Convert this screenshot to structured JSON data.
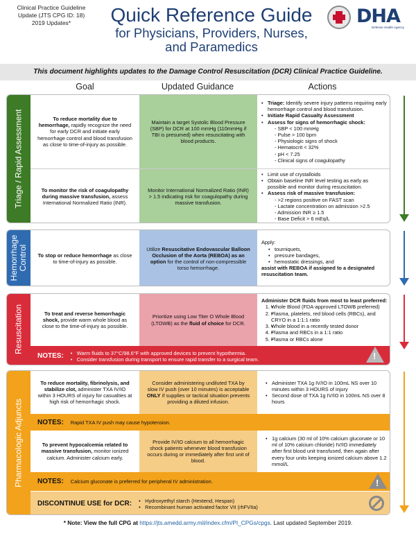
{
  "header": {
    "left_line1": "Clinical Practice Guideline",
    "left_line2": "Update (JTS CPG ID: 18)",
    "left_line3": "2019 Updates*",
    "title": "Quick Reference Guide",
    "subtitle_line1": "for Physicians, Providers, Nurses,",
    "subtitle_line2": "and Paramedics",
    "logo_text": "DHA",
    "logo_sub": "Defense Health Agency"
  },
  "banner": "This document highlights updates to the Damage Control Resuscitation (DCR) Clinical Practice Guideline.",
  "columns": {
    "goal": "Goal",
    "guidance": "Updated Guidance",
    "actions": "Actions"
  },
  "colors": {
    "triage": "#3d7b26",
    "hemorrhage": "#2f6bb1",
    "resuscitation": "#d92c3a",
    "adjuncts": "#f2a21b",
    "guidance_green": "#a9cf9b",
    "guidance_blue": "#aac3e4",
    "guidance_red": "#eba3ab",
    "guidance_orange": "#f6cd87"
  },
  "triage": {
    "label": "Triage / Rapid Assessment",
    "row1": {
      "goal_bold": "To reduce mortality due to hemorrhage,",
      "goal_rest": " rapidly recognize the need for early DCR and initiate early hemorrhage control and blood transfusion as close to time-of-injury as possible.",
      "guidance": "Maintain a target Systolic Blood Pressure (SBP) for DCR at 100 mmHg (110mmHg if TBI is presumed) when resuscitating with blood products.",
      "a1_bold": "Triage:",
      "a1_rest": " Identify severe injury patterns requiring early hemorrhage control and blood transfusion.",
      "a2_bold": "Initiate Rapid Casualty Assessment",
      "a3_bold": "Assess for signs of hemorrhagic shock:",
      "subs": [
        "- SBP < 100 mmHg",
        "- Pulse > 100 bpm",
        "- Physiologic signs of shock",
        "- Hematocrit < 32%",
        "- pH < 7.25",
        "- Clinical signs of coagulopathy"
      ]
    },
    "row2": {
      "goal_bold": "To monitor the risk of coagulopathy during massive transfusion,",
      "goal_rest": " assess International Normalized Ratio (INR).",
      "guidance": "Monitor International Normalized Ratio (INR) > 1.5 indicating risk for coagulopathy during massive transfusion.",
      "a1": "Limit use of crystalloids",
      "a2": "Obtain baseline INR level testing as early as possible and monitor during resuscitation.",
      "a3_bold": "Assess risk of massive transfusion:",
      "subs": [
        "- >2 regions positive on FAST scan",
        "- Lactate concentration on admission >2.5",
        "- Admission INR ≥ 1.5",
        "- Base Deficit > 6 mEq/L"
      ]
    }
  },
  "hemorrhage": {
    "label_line1": "Hemorrhage",
    "label_line2": "Control",
    "goal_bold": "To stop or reduce hemorrhage",
    "goal_rest": " as close to time-of-injury as possible.",
    "guidance_pre": "Utilize ",
    "guidance_bold1": "Resuscitative Endovascular Balloon Occlusion of the Aorta (REBOA) as an option",
    "guidance_rest": " for the control of non-compressible torso hemorrhage.",
    "apply": "Apply:",
    "items": [
      "tourniquets,",
      "pressure bandages,",
      "hemostatic dressings, and"
    ],
    "last_bold": "assist with REBOA if assigned to a designated resuscitation team."
  },
  "resuscitation": {
    "label": "Resuscitation",
    "goal_bold": "To treat and reverse hemorrhagic shock,",
    "goal_rest": " provide warm whole blood as close to the time-of-injury as possible.",
    "guidance_pre": "Prioritize using Low Titer O Whole Blood (LTOWB) as the ",
    "guidance_bold": "fluid of choice",
    "guidance_post": " for DCR.",
    "act_head": "Administer DCR fluids from most to least preferred:",
    "items": [
      "Whole Blood (FDA-approved LTOWB preferred)",
      "Plasma, platelets, red blood cells (RBCs), and CRYO in a 1:1:1 ratio",
      "Whole blood in a recently tested donor",
      "Plasma and RBCs in a 1:1 ratio",
      "Plasma or RBCs alone"
    ],
    "notes_label": "NOTES:",
    "notes": [
      "Warm fluids to 37°C/98.6°F with approved devices to prevent hypothermia.",
      "Consider transfusion during transport to ensure rapid transfer to a surgical team."
    ]
  },
  "adjuncts": {
    "label": "Pharmacologic Adjuncts",
    "row1": {
      "goal_bold": "To reduce mortality, fibrinolysis, and stabilize clot,",
      "goal_rest": " administer TXA IV/IO within 3 HOURS of injury for casualties at high risk of hemorrhagic shock.",
      "guidance_pre": "Consider administering undiluted TXA by slow IV push (over 10 minutes) is acceptable ",
      "guidance_bold": "ONLY",
      "guidance_post": " if supplies or tactical situation prevents providing a diluted infusion.",
      "a1": "Administer TXA 1g IV/IO in 100mL NS over 10 minutes within 3 HOURS of injury",
      "a2": "Second dose of TXA 1g IV/IO in 100mL NS over 8 hours"
    },
    "notes1_label": "NOTES:",
    "notes1": "Rapid TXA IV push may cause hypotension.",
    "row2": {
      "goal_bold": "To prevent hypocalcemia related to massive transfusion,",
      "goal_rest": " monitor ionized calcium. Administer calcium early.",
      "guidance": "Provide IV/IO calcium to all hemorrhagic shock patients whenever blood transfusion occurs during or immediately after first unit of blood.",
      "a1": "1g calcium (30 ml of 10% calcium gluconate or 10 ml of 10% calcium chloride) IV/IO immediately after first blood unit transfused, then again after every four units keeping ionized calcium above 1.2 mmol/L"
    },
    "notes2_label": "NOTES:",
    "notes2": "Calcium gluconate is preferred for peripheral IV administration.",
    "discontinue_label": "DISCONTINUE USE for DCR:",
    "discontinue": [
      "Hydroxyethyl starch (Hextend, Hespan)",
      "Recombinant human activated factor VII (rhFVIIa)"
    ]
  },
  "footer": {
    "pre": "* Note: View the full CPG at ",
    "url": "https://jts.amedd.army.mil/index.cfm/PI_CPGs/cpgs",
    "post": ". Last updated September 2019."
  }
}
